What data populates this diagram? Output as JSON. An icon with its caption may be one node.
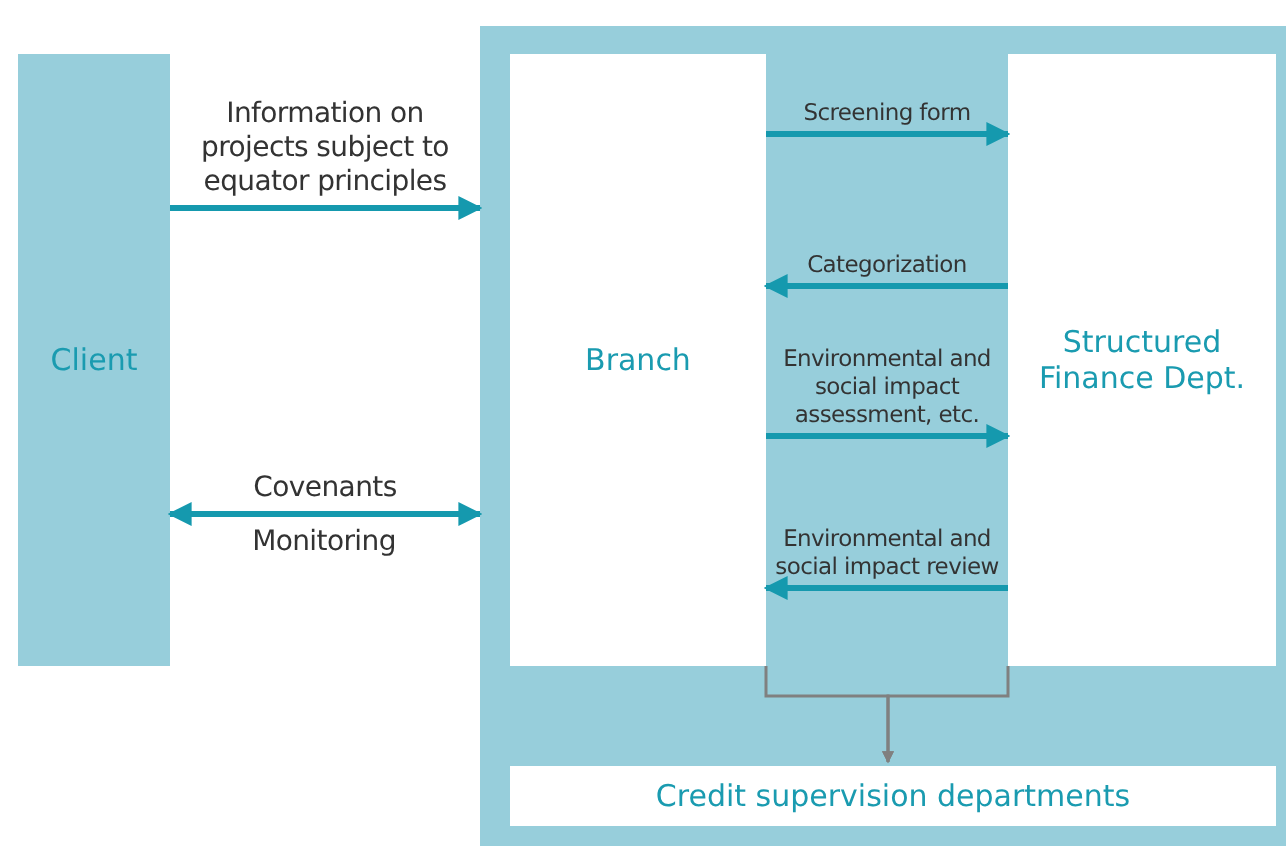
{
  "diagram": {
    "nodes": [
      {
        "text": [
          "Client"
        ]
      },
      {
        "text": [],
        "shape": "box"
      },
      {
        "text": [
          "Branch"
        ],
        "in": 1
      },
      {
        "text": [
          "Structured Finance Dept."
        ],
        "in": 1
      },
      {
        "text": [
          "Credit supervision departments"
        ],
        "in": 1
      }
    ],
    "edges": [
      {
        "from": 0,
        "to": 1,
        "arrow": "to",
        "label": "Information on projects subject to equator principles"
      },
      {
        "from": 0,
        "to": 1,
        "arrow": "both",
        "label": "Covenants"
      },
      {
        "from": 2,
        "to": 3,
        "arrow": "to",
        "label": "Screening form"
      },
      {
        "from": 3,
        "to": 2,
        "arrow": "to",
        "label": "Categorization"
      },
      {
        "from": 2,
        "to": 3,
        "arrow": "to",
        "label": "Environmental and social impact assessment, etc."
      },
      {
        "from": 3,
        "to": 2,
        "arrow": "to",
        "label": "Environmental and social impact review"
      },
      {
        "from": 2,
        "to": 4,
        "arrow": "to",
        "color": "#808080"
      },
      {
        "from": 3,
        "to": 4,
        "arrow": "to",
        "color": "#808080"
      }
    ],
    "labels": [
      "Monitoring"
    ]
  }
}
